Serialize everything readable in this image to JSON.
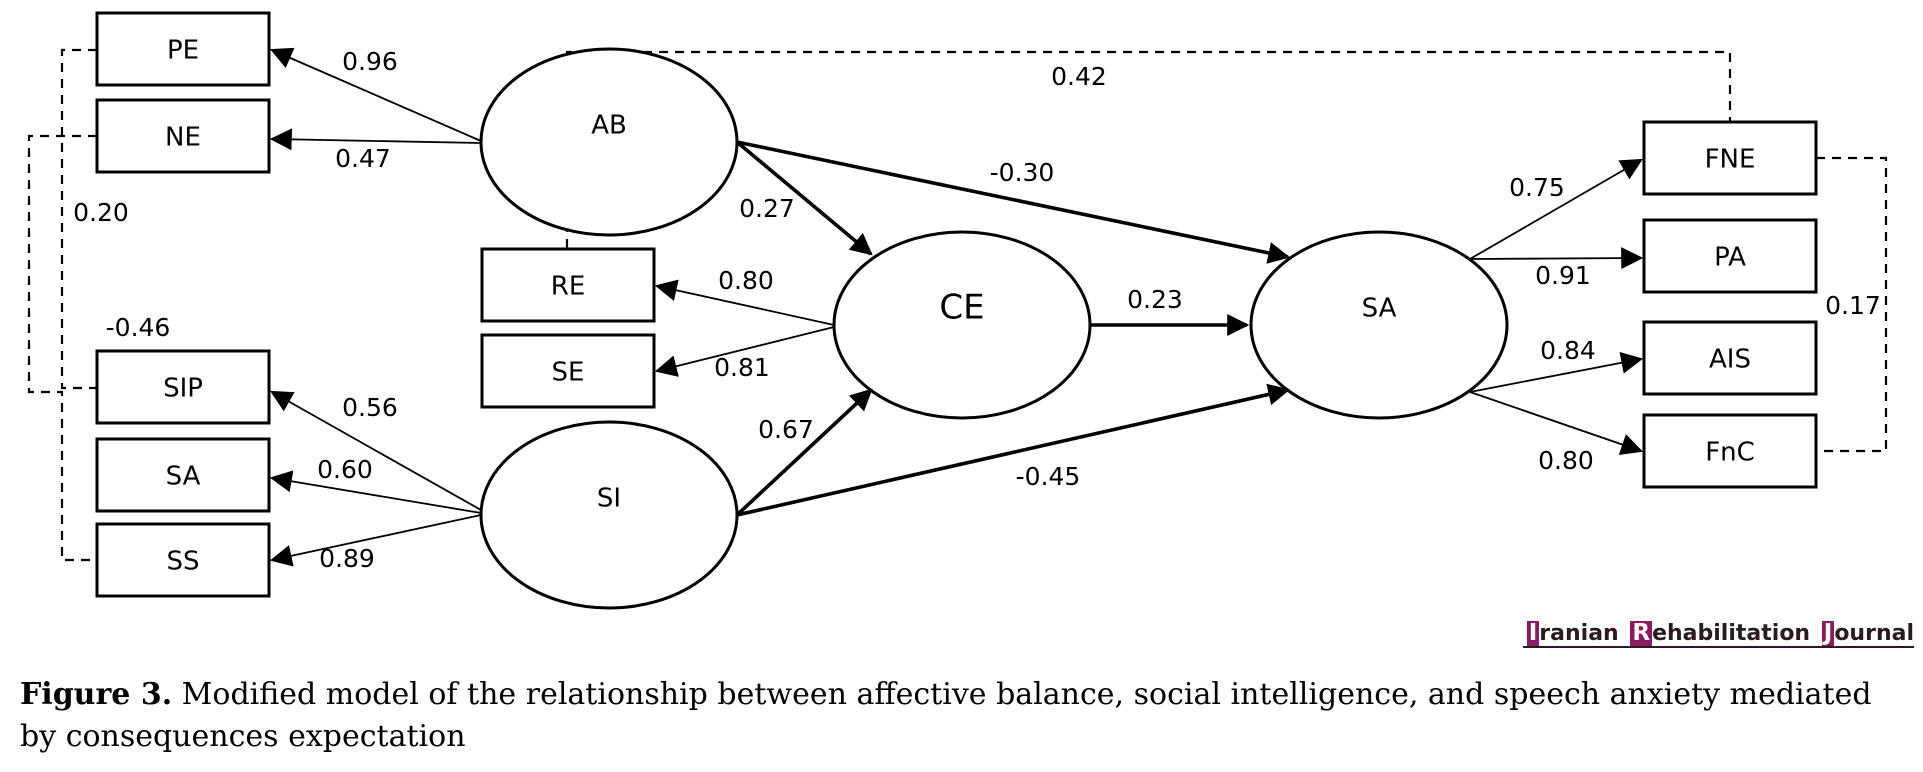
{
  "diagram": {
    "observed": {
      "PE": "PE",
      "NE": "NE",
      "SIP": "SIP",
      "SA_ind": "SA",
      "SS": "SS",
      "RE": "RE",
      "SE": "SE",
      "FNE": "FNE",
      "PA": "PA",
      "AIS": "AIS",
      "FnC": "FnC"
    },
    "latent": {
      "AB": "AB",
      "SI": "SI",
      "CE": "CE",
      "SA": "SA"
    },
    "coefficients": {
      "ab_pe": "0.96",
      "ab_ne": "0.47",
      "pe_sip_cov": "0.20",
      "ne_ss_cov": "-0.46",
      "si_sip": "0.56",
      "si_sa": "0.60",
      "si_ss": "0.89",
      "ab_ce": "0.27",
      "si_ce": "0.67",
      "ce_re": "0.80",
      "ce_se": "0.81",
      "ce_sa": "0.23",
      "ab_sa": "-0.30",
      "si_sa_path": "-0.45",
      "re_fne_cov": "0.42",
      "sa_fne": "0.75",
      "sa_pa": "0.91",
      "sa_ais": "0.84",
      "sa_fnc": "0.80",
      "fne_fnc_cov": "0.17"
    }
  },
  "journal": {
    "letter1": "I",
    "rest1": "ranian ",
    "letter2": "R",
    "rest2": "ehabilitation ",
    "letter3": "J",
    "rest3": "ournal",
    "accent_color": "#8b1a5e"
  },
  "caption": {
    "label": "Figure 3.",
    "text": " Modified model of the relationship between affective balance, social intelligence, and speech anxiety mediated by consequences expectation"
  }
}
